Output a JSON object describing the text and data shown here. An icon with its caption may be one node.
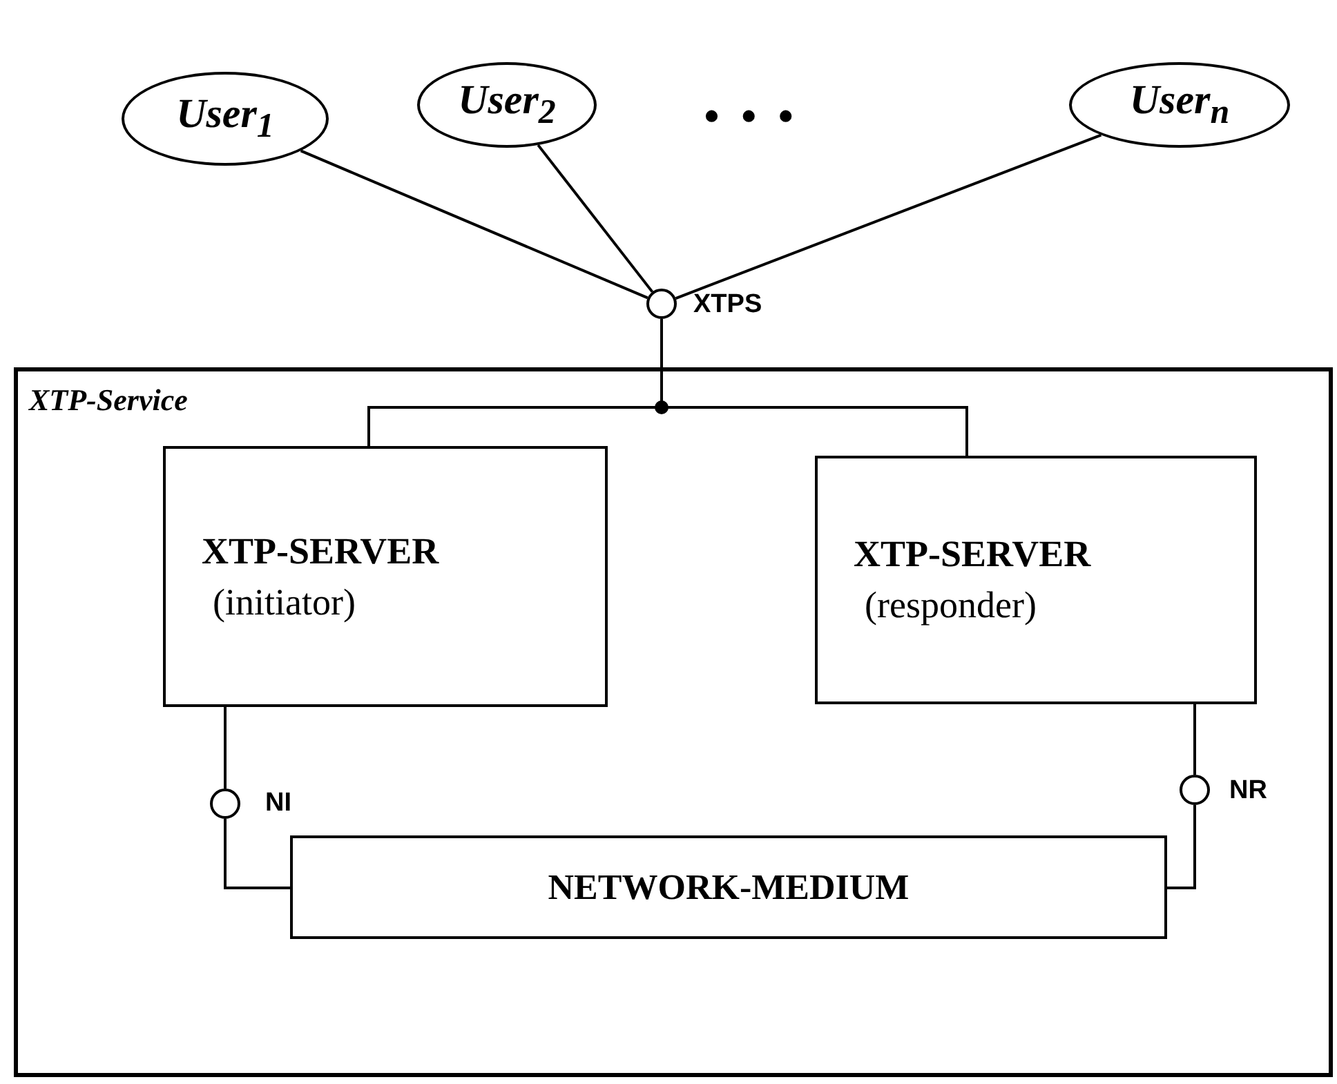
{
  "diagram": {
    "nodes": [
      {
        "text": [
          "User$_{1}$"
        ]
      },
      {
        "text": [
          "User$_{2}$"
        ]
      },
      {
        "text": [
          "User$_{n}$"
        ]
      },
      {
        "text": [],
        "shape": "circle",
        "beside": [
          "XTPS"
        ]
      },
      {
        "text": [
          "XTP-Service"
        ]
      },
      {
        "text": [
          "XTP-SERVER",
          "(initiator)"
        ],
        "in": 4
      },
      {
        "text": [
          "XTP-SERVER",
          "(responder)"
        ],
        "in": 4
      },
      {
        "text": [],
        "shape": "circle",
        "beside": [
          "NI"
        ],
        "in": 4
      },
      {
        "text": [],
        "shape": "circle",
        "beside": [
          "NR"
        ],
        "in": 4
      },
      {
        "text": [
          "NETWORK-MEDIUM"
        ],
        "in": 4
      }
    ],
    "edges": [
      {
        "from": 0,
        "to": 3,
        "arrow": "none"
      },
      {
        "from": 1,
        "to": 3,
        "arrow": "none"
      },
      {
        "from": 2,
        "to": 3,
        "arrow": "none"
      },
      {
        "from": 3,
        "to": 5,
        "arrow": "none"
      },
      {
        "from": 3,
        "to": 6,
        "arrow": "none"
      },
      {
        "from": 5,
        "to": 7,
        "arrow": "none"
      },
      {
        "from": 7,
        "to": 9,
        "arrow": "none"
      },
      {
        "from": 6,
        "to": 8,
        "arrow": "none"
      },
      {
        "from": 8,
        "to": 9,
        "arrow": "none"
      }
    ],
    "labels": [
      "• • •"
    ]
  }
}
